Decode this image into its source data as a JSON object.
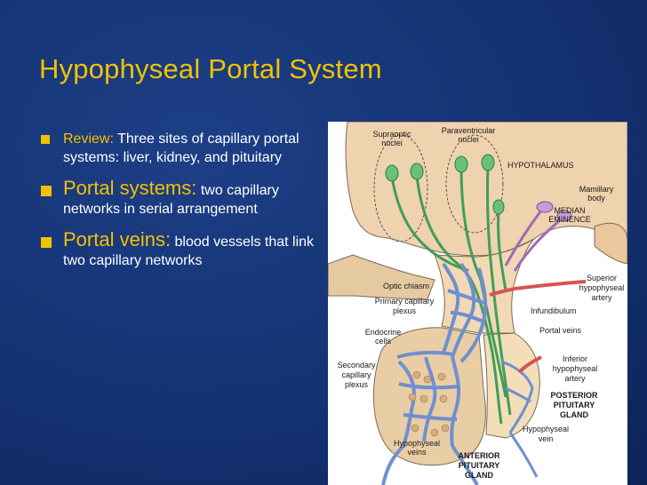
{
  "slide": {
    "title": "Hypophyseal Portal System",
    "bullets": [
      {
        "keyword": "Review:",
        "text": " Three sites of capillary portal systems:  liver, kidney, and pituitary"
      },
      {
        "keyword": "Portal systems:",
        "text": " two capillary networks in serial arrangement"
      },
      {
        "keyword": "Portal veins:",
        "text": " blood vessels that link two capillary networks"
      }
    ]
  },
  "diagram": {
    "labels": {
      "supraoptic": [
        "Supraoptic",
        "nuclei"
      ],
      "paraventricular": [
        "Paraventricular",
        "nuclei"
      ],
      "hypothalamus": "HYPOTHALAMUS",
      "mamillary": [
        "Mamillary",
        "body"
      ],
      "median_eminence": [
        "MEDIAN",
        "EMINENCE"
      ],
      "optic_chiasm": "Optic chiasm",
      "superior_artery": [
        "Superior",
        "hypophyseal",
        "artery"
      ],
      "primary_plexus": [
        "Primary capillary",
        "plexus"
      ],
      "infundibulum": "Infundibulum",
      "endocrine": [
        "Endocrine",
        "cells"
      ],
      "portal_veins": "Portal veins",
      "secondary_plexus": [
        "Secondary",
        "capillary",
        "plexus"
      ],
      "inferior_artery": [
        "Inferior",
        "hypophyseal",
        "artery"
      ],
      "posterior_pituitary": [
        "POSTERIOR",
        "PITUITARY",
        "GLAND"
      ],
      "hypophyseal_vein_right": [
        "Hypophyseal",
        "vein"
      ],
      "hypophyseal_veins_left": [
        "Hypophyseal",
        "veins"
      ],
      "anterior_pituitary": [
        "ANTERIOR",
        "PITUITARY",
        "GLAND"
      ]
    }
  }
}
